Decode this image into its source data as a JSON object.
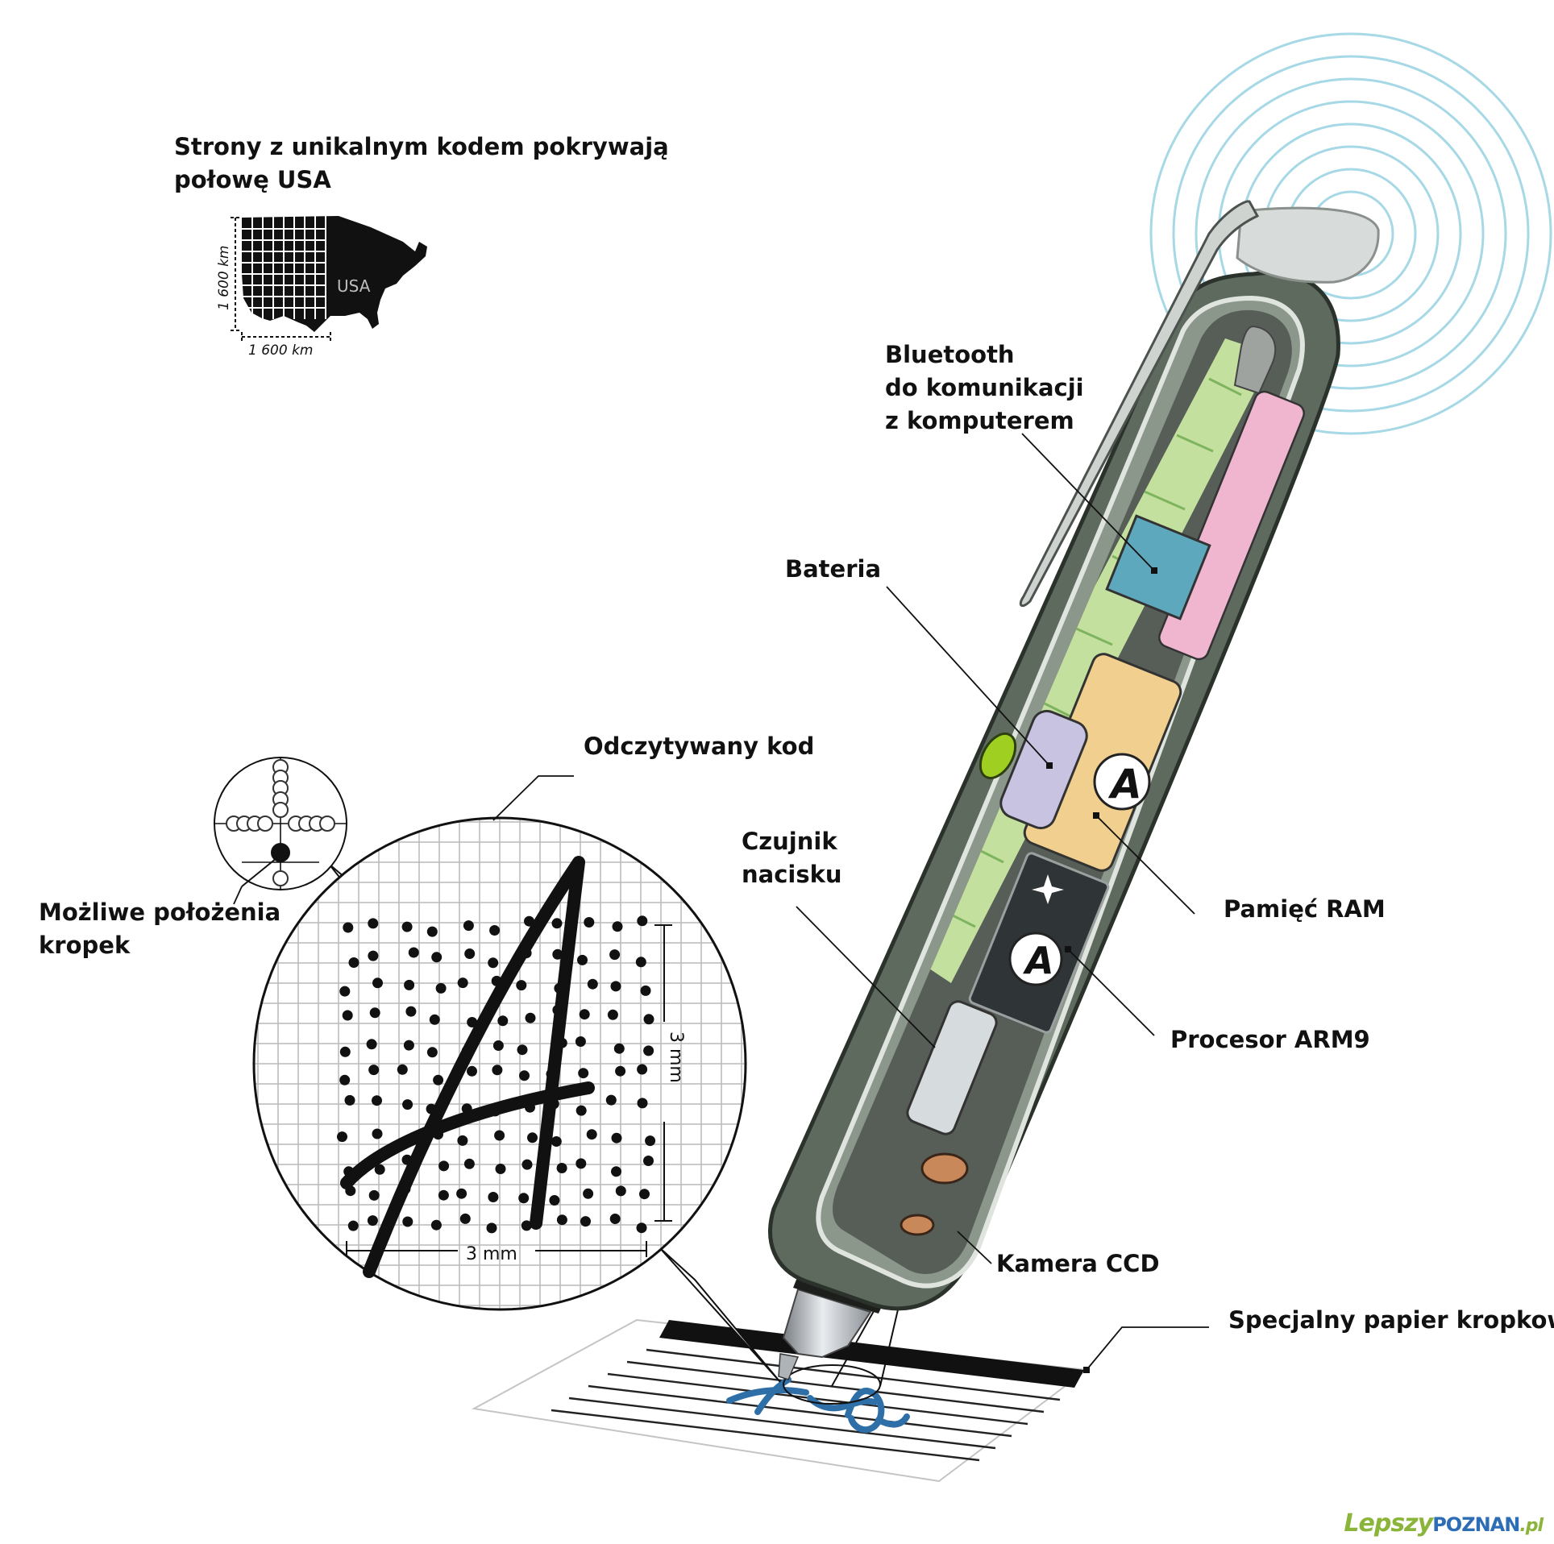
{
  "labels": {
    "map_title": "Strony z unikalnym kodem pokrywają\npołowę USA",
    "bluetooth": "Bluetooth\ndo komunikacji\nz komputerem",
    "battery": "Bateria",
    "code": "Odczytywany kod",
    "pressure": "Czujnik\nnacisku",
    "dots": "Możliwe położenia\nkropek",
    "ram": "Pamięć RAM",
    "cpu": "Procesor ARM9",
    "camera": "Kamera CCD",
    "paper": "Specjalny papier kropkowany"
  },
  "map": {
    "country": "USA",
    "height": "1 600 km",
    "width": "1 600 km"
  },
  "magnifier": {
    "letter": "A",
    "width_label": "3 mm",
    "height_label": "3 mm"
  },
  "watermark": {
    "part1": "Lepszy",
    "part2": "POZNAN",
    "part3": ".pl"
  },
  "colors": {
    "body": "#5e6a5e",
    "shell": "#8c978c",
    "waves": "#a6d8e6",
    "ram": "#f0b6cf",
    "bluetooth": "#5ea8be",
    "memory": "#f1cf8e",
    "battery": "#c8c3e1",
    "pcb": "#c9e7a2",
    "ink": "#2f6fa8",
    "watermark_green": "#8ab43a",
    "watermark_blue": "#2d6db6"
  }
}
